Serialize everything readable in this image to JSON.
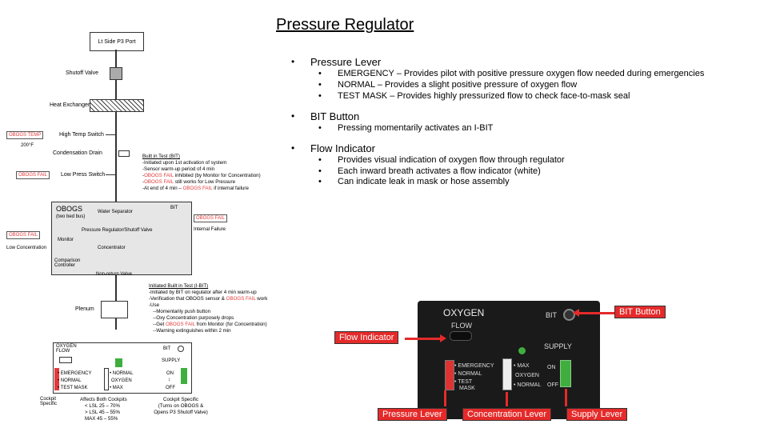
{
  "title": "Pressure Regulator",
  "diagram": {
    "lt_side_port": "Lt Side P3 Port",
    "shutoff_valve": "Shutoff Valve",
    "heat_exchanger": "Heat Exchanger",
    "obogs_temp": "OBOGS TEMP",
    "high_temp_switch": "High Temp Switch",
    "temp_value": "200°F",
    "condensation_drain": "Condensation Drain",
    "obogs_fail_1": "OBOGS FAIL",
    "low_press_switch": "Low Press Switch",
    "obogs": "OBOGS",
    "two_bed": "(two bed bus)",
    "water_separator": "Water Separator",
    "bit": "BIT",
    "obogs_fail_2": "OBOGS FAIL",
    "internal_failure": "Internal Failure",
    "pressure_regulator_shutoff": "Pressure Regulator/Shutoff Valve",
    "obogs_fail_3": "OBOGS FAIL",
    "monitor": "Monitor",
    "low_concentration": "Low Concentration",
    "concentrator": "Concentrator",
    "comparison_controller": "Comparison Controller",
    "non_return_valve": "Non-return Valve",
    "plenum": "Plenum",
    "bit_note": {
      "heading": "Built in Test (BIT)",
      "lines": [
        "-Initiated upon 1st activation of system",
        "-Sensor warm-up period of 4 min",
        "-OBOGS FAIL inhibited (by Monitor for Concentration)",
        "-OBOGS FAIL still works for Low Pressure",
        "-At end of 4 min – OBOGS FAIL if internal failure"
      ]
    },
    "ibit_note": {
      "heading": "Initiated Built in Test (I-BIT)",
      "lines": [
        "-Initiated by BIT on regulator after 4 min warm-up",
        "-Verification that OBOGS sensor & OBOGS FAIL work",
        "-Use",
        "   --Momentarily push button",
        "   --Oxy Concentration purposely drops",
        "   --Get OBOGS FAIL from Monitor (for Concentration)",
        "   --Warning extinguishes within 2 min"
      ]
    },
    "small_panel": {
      "oxygen_flow": "OXYGEN FLOW",
      "bit": "BIT",
      "supply": "SUPPLY",
      "emergency": "• EMERGENCY",
      "normal": "• NORMAL",
      "test_mask": "• TEST MASK",
      "norm_label": "• NORMAL",
      "oxygen": "OXYGEN",
      "max": "• MAX",
      "on": "ON",
      "off": "OFF"
    },
    "cockpit_specific": "Cockpit Specific",
    "affects_both": "Affects Both Cockpits",
    "lsl": "< LSL  25 – 70%",
    "gt_lsl": "> LSL  45 – 55%",
    "max": "MAX  45 – 55%",
    "cockpit_specific_2": "Cockpit Specific",
    "turns_on": "(Turns on OBOGS & Opens P3 Shutoff Valve)"
  },
  "bullets": [
    {
      "label": "Pressure Lever",
      "subs": [
        "EMERGENCY – Provides pilot with positive pressure oxygen flow needed during emergencies",
        "NORMAL – Provides a slight positive pressure of oxygen flow",
        "TEST MASK – Provides highly pressurized flow to check face-to-mask seal"
      ]
    },
    {
      "label": "BIT Button",
      "subs": [
        "Pressing momentarily activates an I-BIT"
      ]
    },
    {
      "label": "Flow Indicator",
      "subs": [
        "Provides visual indication of oxygen flow through regulator",
        "Each inward breath activates a flow indicator (white)",
        "Can indicate leak in mask or hose assembly"
      ]
    }
  ],
  "photo": {
    "oxygen": "OXYGEN",
    "flow": "FLOW",
    "bit": "BIT",
    "supply": "SUPPLY",
    "emergency": "• EMERGENCY",
    "normal": "• NORMAL",
    "test": "• TEST",
    "mask": "MASK",
    "max": "• MAX",
    "oxygen2": "OXYGEN",
    "normal2": "• NORMAL",
    "on": "ON",
    "off": "OFF"
  },
  "callouts": {
    "bit_button": "BIT Button",
    "flow_indicator": "Flow Indicator",
    "pressure_lever": "Pressure Lever",
    "concentration_lever": "Concentration Lever",
    "supply_lever": "Supply Lever"
  },
  "colors": {
    "warning_red": "#e23a3a",
    "callout_bg": "#e52a2a",
    "supply_green": "#3fae3f"
  }
}
